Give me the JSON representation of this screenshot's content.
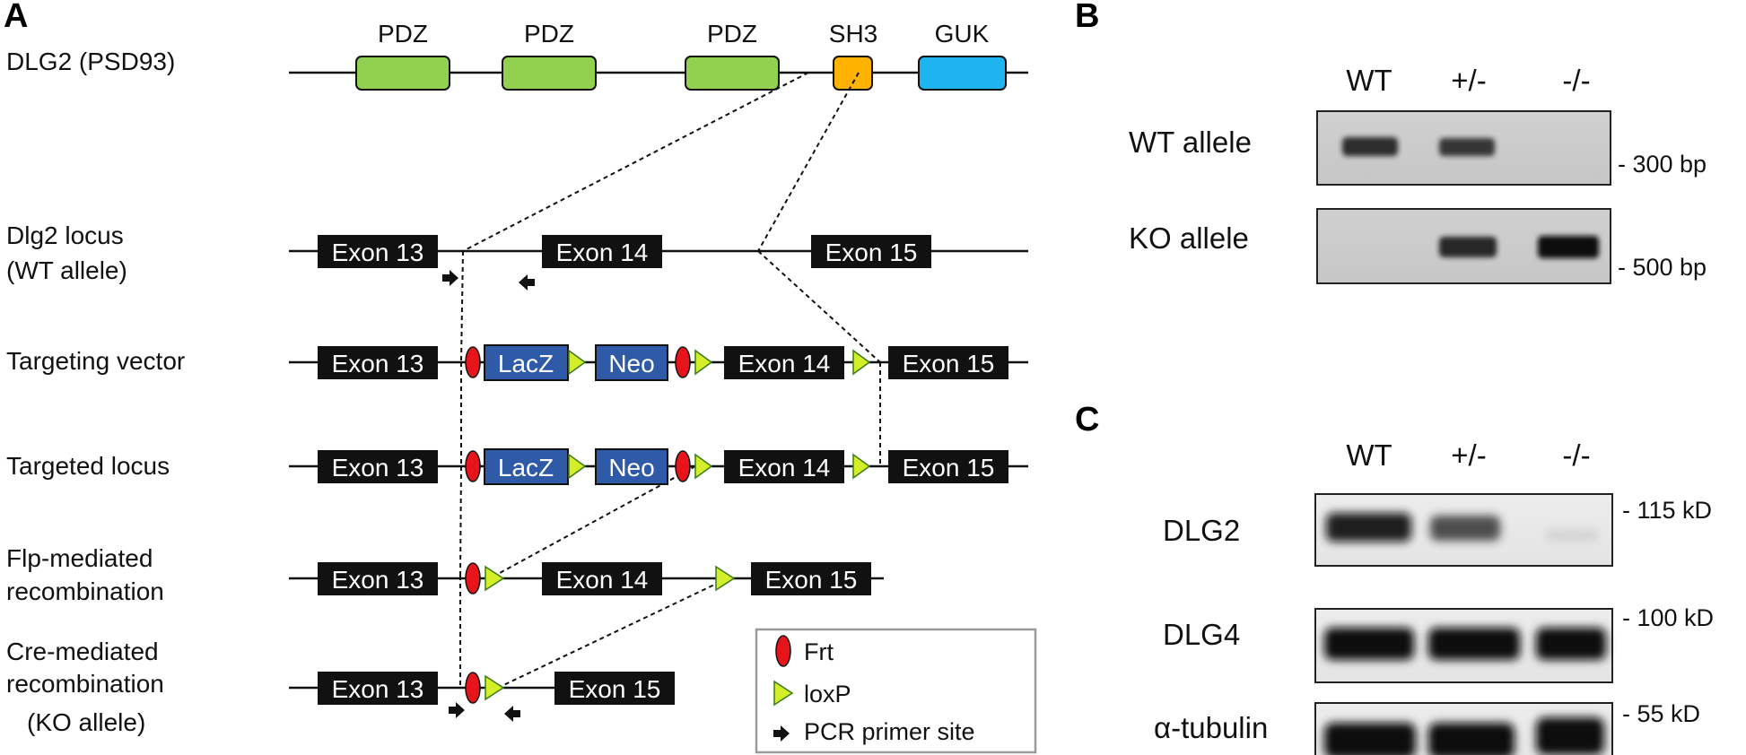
{
  "panels": {
    "a": "A",
    "b": "B",
    "c": "C"
  },
  "panel_a": {
    "protein_label": "DLG2 (PSD93)",
    "domains": [
      "PDZ",
      "PDZ",
      "PDZ",
      "SH3",
      "GUK"
    ],
    "rows": {
      "wt_locus_line1": "Dlg2 locus",
      "wt_locus_line2": "(WT allele)",
      "targeting_vector": "Targeting vector",
      "targeted_locus": "Targeted locus",
      "flp_line1": "Flp-mediated",
      "flp_line2": "recombination",
      "cre_line1": "Cre-mediated",
      "cre_line2": "recombination",
      "cre_line3": "(KO allele)"
    },
    "exons": {
      "e13": "Exon 13",
      "e14": "Exon 14",
      "e15": "Exon 15"
    },
    "cassettes": {
      "lacz": "LacZ",
      "neo": "Neo"
    },
    "legend": {
      "frt": "Frt",
      "loxp": "loxP",
      "primer": "PCR primer site"
    },
    "colors": {
      "pdz": "#92d050",
      "sh3": "#ffb300",
      "guk": "#1eb4f0",
      "cassette": "#2e5aa8",
      "frt": "#e8141c",
      "loxp": "#d4ee2a",
      "exon": "#111111"
    }
  },
  "panel_b": {
    "lanes": [
      "WT",
      "+/-",
      "-/-"
    ],
    "rows": [
      "WT allele",
      "KO allele"
    ],
    "sizes": [
      "- 300 bp",
      "- 500 bp"
    ]
  },
  "panel_c": {
    "lanes": [
      "WT",
      "+/-",
      "-/-"
    ],
    "rows": [
      "DLG2",
      "DLG4",
      "α-tubulin"
    ],
    "sizes": [
      "- 115 kD",
      "- 100 kD",
      "- 55 kD"
    ]
  }
}
